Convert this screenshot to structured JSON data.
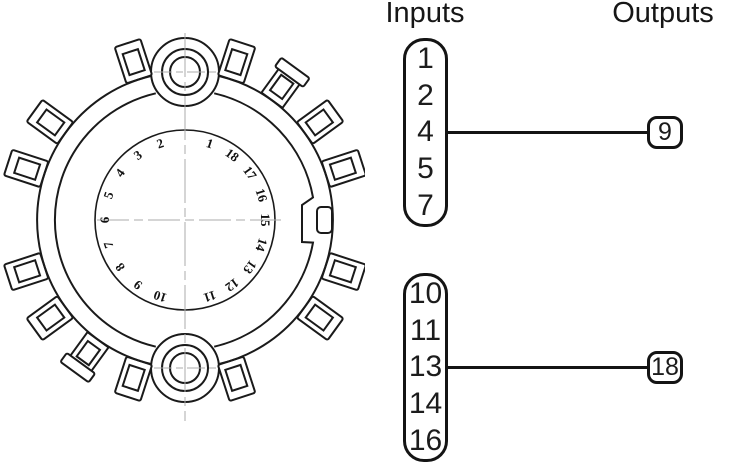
{
  "titles": {
    "inputs": "Inputs",
    "outputs": "Outputs"
  },
  "mapping": {
    "groups": [
      {
        "inputs": [
          "1",
          "2",
          "4",
          "5",
          "7"
        ],
        "connected_input": "4",
        "output": "9"
      },
      {
        "inputs": [
          "10",
          "11",
          "13",
          "14",
          "16"
        ],
        "connected_input": "13",
        "output": "18"
      }
    ]
  },
  "connector": {
    "description": "rear view of 18-pin circular connector with solder lugs, two mounting ears and keyway",
    "pins": [
      {
        "label": "1",
        "deg": 18
      },
      {
        "label": "2",
        "deg": -18
      },
      {
        "label": "3",
        "deg": -36
      },
      {
        "label": "4",
        "deg": -54
      },
      {
        "label": "5",
        "deg": -72
      },
      {
        "label": "6",
        "deg": -90
      },
      {
        "label": "7",
        "deg": -108
      },
      {
        "label": "8",
        "deg": -126
      },
      {
        "label": "9",
        "deg": -144
      },
      {
        "label": "10",
        "deg": -162
      },
      {
        "label": "11",
        "deg": 162
      },
      {
        "label": "12",
        "deg": 144
      },
      {
        "label": "13",
        "deg": 126
      },
      {
        "label": "14",
        "deg": 108
      },
      {
        "label": "15",
        "deg": 90
      },
      {
        "label": "16",
        "deg": 72
      },
      {
        "label": "17",
        "deg": 54
      },
      {
        "label": "18",
        "deg": 36
      }
    ],
    "lug_degs": [
      18,
      54,
      72,
      108,
      126,
      162,
      198,
      234,
      252,
      288,
      306,
      342
    ],
    "bracket_lug_degs": [
      36,
      216
    ],
    "keyway_deg": 90
  },
  "colors": {
    "line": "#1a1a1a",
    "centerline": "#ababab",
    "background": "#ffffff",
    "pin_text": "#111111"
  }
}
